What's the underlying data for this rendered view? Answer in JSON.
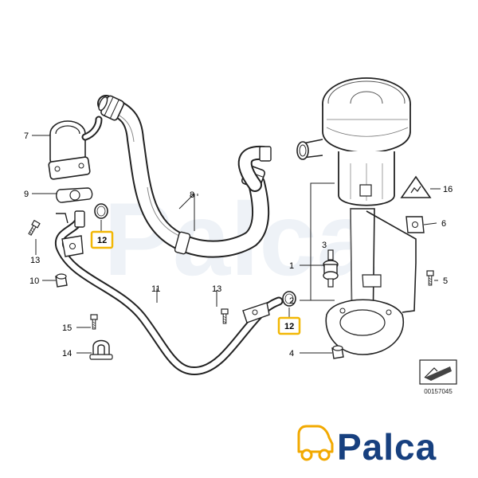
{
  "diagram": {
    "callouts": [
      {
        "id": "c1",
        "label": "1"
      },
      {
        "id": "c2",
        "label": "2"
      },
      {
        "id": "c3",
        "label": "3"
      },
      {
        "id": "c4",
        "label": "4"
      },
      {
        "id": "c5",
        "label": "5"
      },
      {
        "id": "c6",
        "label": "6"
      },
      {
        "id": "c7",
        "label": "7"
      },
      {
        "id": "c8",
        "label": "8"
      },
      {
        "id": "c9",
        "label": "9"
      },
      {
        "id": "c10",
        "label": "10"
      },
      {
        "id": "c11",
        "label": "11"
      },
      {
        "id": "c12a",
        "label": "12"
      },
      {
        "id": "c12b",
        "label": "12"
      },
      {
        "id": "c13a",
        "label": "13"
      },
      {
        "id": "c13b",
        "label": "13"
      },
      {
        "id": "c14",
        "label": "14"
      },
      {
        "id": "c15",
        "label": "15"
      },
      {
        "id": "c16",
        "label": "16"
      }
    ],
    "diagram_number": "00157045",
    "highlight_color": "#f2b705",
    "line_color": "#222222"
  },
  "logo": {
    "text": "Palca",
    "color": "#17407f",
    "accent_color": "#f2a900"
  }
}
